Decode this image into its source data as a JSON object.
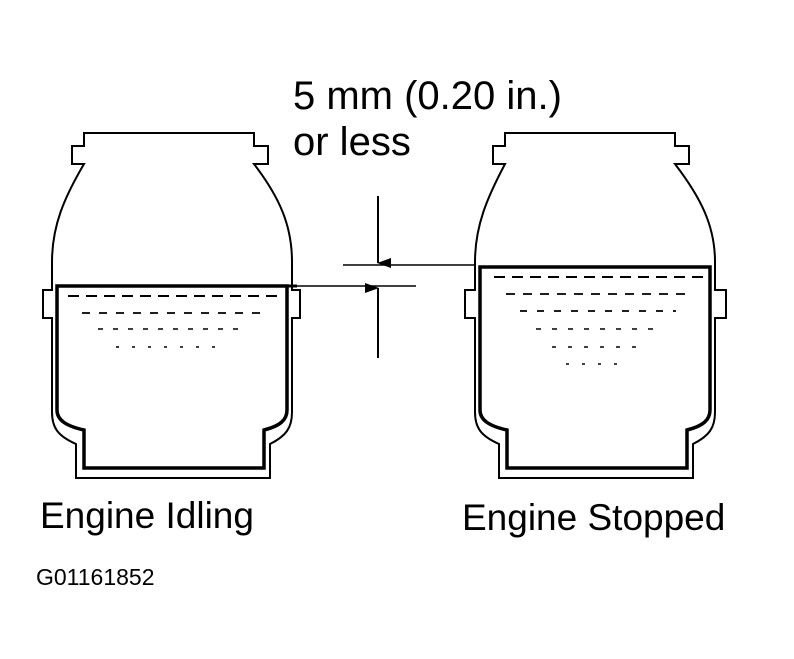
{
  "spec": {
    "line1": "5 mm (0.20 in.)",
    "line2": "or less"
  },
  "labels": {
    "engine_idling": "Engine Idling",
    "engine_stopped": "Engine Stopped"
  },
  "figure_id": "G01161852",
  "colors": {
    "ink": "#000000",
    "background": "#ffffff"
  }
}
